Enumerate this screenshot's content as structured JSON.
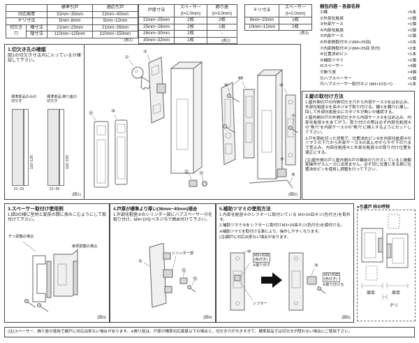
{
  "tables": {
    "t1": {
      "caption": "(表1)",
      "h1": "標準引戸",
      "h2": "適応引戸",
      "r1l": "対応扉厚",
      "r1c1": "32mm~35mm",
      "r1c2": "22mm~40mm",
      "r2l": "チリ寸法",
      "r2c1": "5mm~8mm",
      "r2c2": "5mm~12mm",
      "gl": "切欠き穴",
      "g1l": "横寸法",
      "g1c1": "21mm~23mm",
      "g1c2": "21mm~26mm",
      "g2l": "縦寸法",
      "g2c1": "110mm~125mm",
      "g2c2": "110mm~150mm"
    },
    "t2": {
      "caption": "(表2)",
      "h1": "戸厚寸法",
      "h2": "スペーサー\n(t=2.0mm)",
      "h3": "飾り座\n(t=3.0mm)",
      "rows": [
        [
          "22mm~25mm",
          "2枚",
          "2枚"
        ],
        [
          "25mm~28mm",
          "2枚",
          "1枚"
        ],
        [
          "28mm~30mm",
          "2枚",
          "-"
        ],
        [
          "30mm~32mm",
          "1枚",
          "-"
        ]
      ]
    },
    "t3": {
      "caption": "(表3)",
      "h1": "チリ寸法",
      "h2": "スペーサー\n(t=2.0mm)",
      "rows": [
        [
          "8mm~10mm",
          "1枚"
        ],
        [
          "10mm~12mm",
          "2枚"
        ]
      ]
    }
  },
  "parts": {
    "title": "梱包内容・各部名称",
    "items": [
      {
        "name": "①鍵",
        "qty": "×5本"
      },
      {
        "name": "②外部化粧座",
        "qty": "×1個"
      },
      {
        "name": "③外部ケース",
        "qty": "×1個"
      },
      {
        "name": "④内部化粧座",
        "qty": "×1個"
      },
      {
        "name": "⑤内部ケース",
        "qty": "×1個"
      },
      {
        "name": "⑥外部側取付ネジ(M4×25皿)",
        "qty": "×2本"
      },
      {
        "name": "⑦内部側取付ネジ(M4×25皿 色付)",
        "qty": "×2本"
      },
      {
        "name": "⑧位置決めピン",
        "qty": "×1本"
      },
      {
        "name": "⑨補助ツマミ",
        "qty": "×1個"
      },
      {
        "name": "⑩スペーサー",
        "qty": "×4個"
      },
      {
        "name": "⑪飾り座",
        "qty": "×4個"
      },
      {
        "name": "⑫ハブスペーサー",
        "qty": "×1個"
      },
      {
        "name": "⑬ハブスペーサー取付ネジ (M4×10なべ)",
        "qty": "×1本"
      }
    ],
    "callouts": {
      "c1": "①",
      "c2": "②",
      "c3": "③",
      "c4": "④",
      "c5": "⑤",
      "c6": "⑥",
      "c7": "⑦",
      "c8": "⑧",
      "c9": "⑨",
      "c10": "⑩",
      "c11": "⑪",
      "c12": "⑫",
      "c13": "⑬"
    }
  },
  "section1": {
    "title": "1.切欠き孔の確認",
    "body": "図1の切欠き寸法内に入っているか確認して下さい。",
    "left_label": "標準部品のみの\n切欠き",
    "right_label": "標準部品 飾り座の\n切欠き",
    "left_v": "110~125",
    "right_v": "110~150",
    "left_h": "21~23",
    "right_h": "21~26",
    "caption": "(図1)"
  },
  "fig2": {
    "caption": "(図2)"
  },
  "section2": {
    "title": "2.錠の取付け方法",
    "step1": "1.屋外側の戸の内側切欠き穴から外部ケース③をはめ込み、外部化粧座②を皿ネジ⑥で取り付ける。鍵①を鍵穴に挿し、回して外部化粧座②にガタツキが無いか確認する。",
    "step2": "2.屋内側の戸の外側切欠きから内部ケース⑤をはめ込み、内部化粧座④をあてがう。取り付けの際は必ず内部化粧座④の“角穴”を内部ケース⑤の“角穴”に挿入するようにセットして下さい。",
    "step3": "3.戸を閉め切った状態で、位置決めピン⑧を内部化粧座④のツマミの下穴から外部ケース③の真ん中からやや下の穴まで差込み、内部化粧座④と外部化粧座②の取り付け位置を適正にする。",
    "note": "(注)屋外側の戸と屋内側の戸の鍵前の穴がズレていると施解錠操作がスムーズに出来ません。必ず同じ位置に来る様に位置決めピンを使用し調整を行って下さい。"
  },
  "section3": {
    "title": "3.スペーサー取付け使用例",
    "body": "1.図3の様に型材と錠前の間に挟みこむようにして取付けて下さい。",
    "label_left": "チリ調整の場合",
    "label_right": "扉厚調整の場合",
    "caption": "(図3)"
  },
  "section4": {
    "title": "4.戸厚が標準より厚い(36mm~40mm)場合",
    "body": "1.外部化粧座②のシリンダー部にハブスペーサー⑫を取り付け、M4×10なべネジ⑬で締め付けて下さい。",
    "label_cylinder": "シリンダー部",
    "caption": "(図4)"
  },
  "section5": {
    "title": "5.補助ツマミの使用方法",
    "line1": "1.内部化粧座④のシフターに取付いている M3×20皿ネジ(色付き)を取外す。",
    "line2": "2.補助ツマミ⑨をシフターに取付けM3×20皿ネジ(色付き)を締付ける。",
    "line3": "※補助ツマミを取付ける事により、操作しやすくなります。",
    "line4": "(注)網戸に対応出来ない場合があります。",
    "label_screw_left": "M3×20皿\n(色付き)",
    "label_remove": "※取り外す",
    "label_shifter": "シフター",
    "label_screw_right": "M3×20皿\n(色付き)",
    "label_attach": "※取り付ける",
    "caption": "(図5)"
  },
  "panel": {
    "title": "●引違戸 枠の呼称",
    "label_door1": "扉厚",
    "label_door2": "扉厚",
    "label_chiri": "チリ"
  },
  "footer": {
    "note": "(注)スペーサー、飾り座の使用で網戸に対応出来ない場合があります。※飾り座は、戸厚が標準対応扉厚以下の場合と、切欠き穴が大きすぎて、標準部品では切欠きが隠れない場合にご使用下さい。"
  }
}
